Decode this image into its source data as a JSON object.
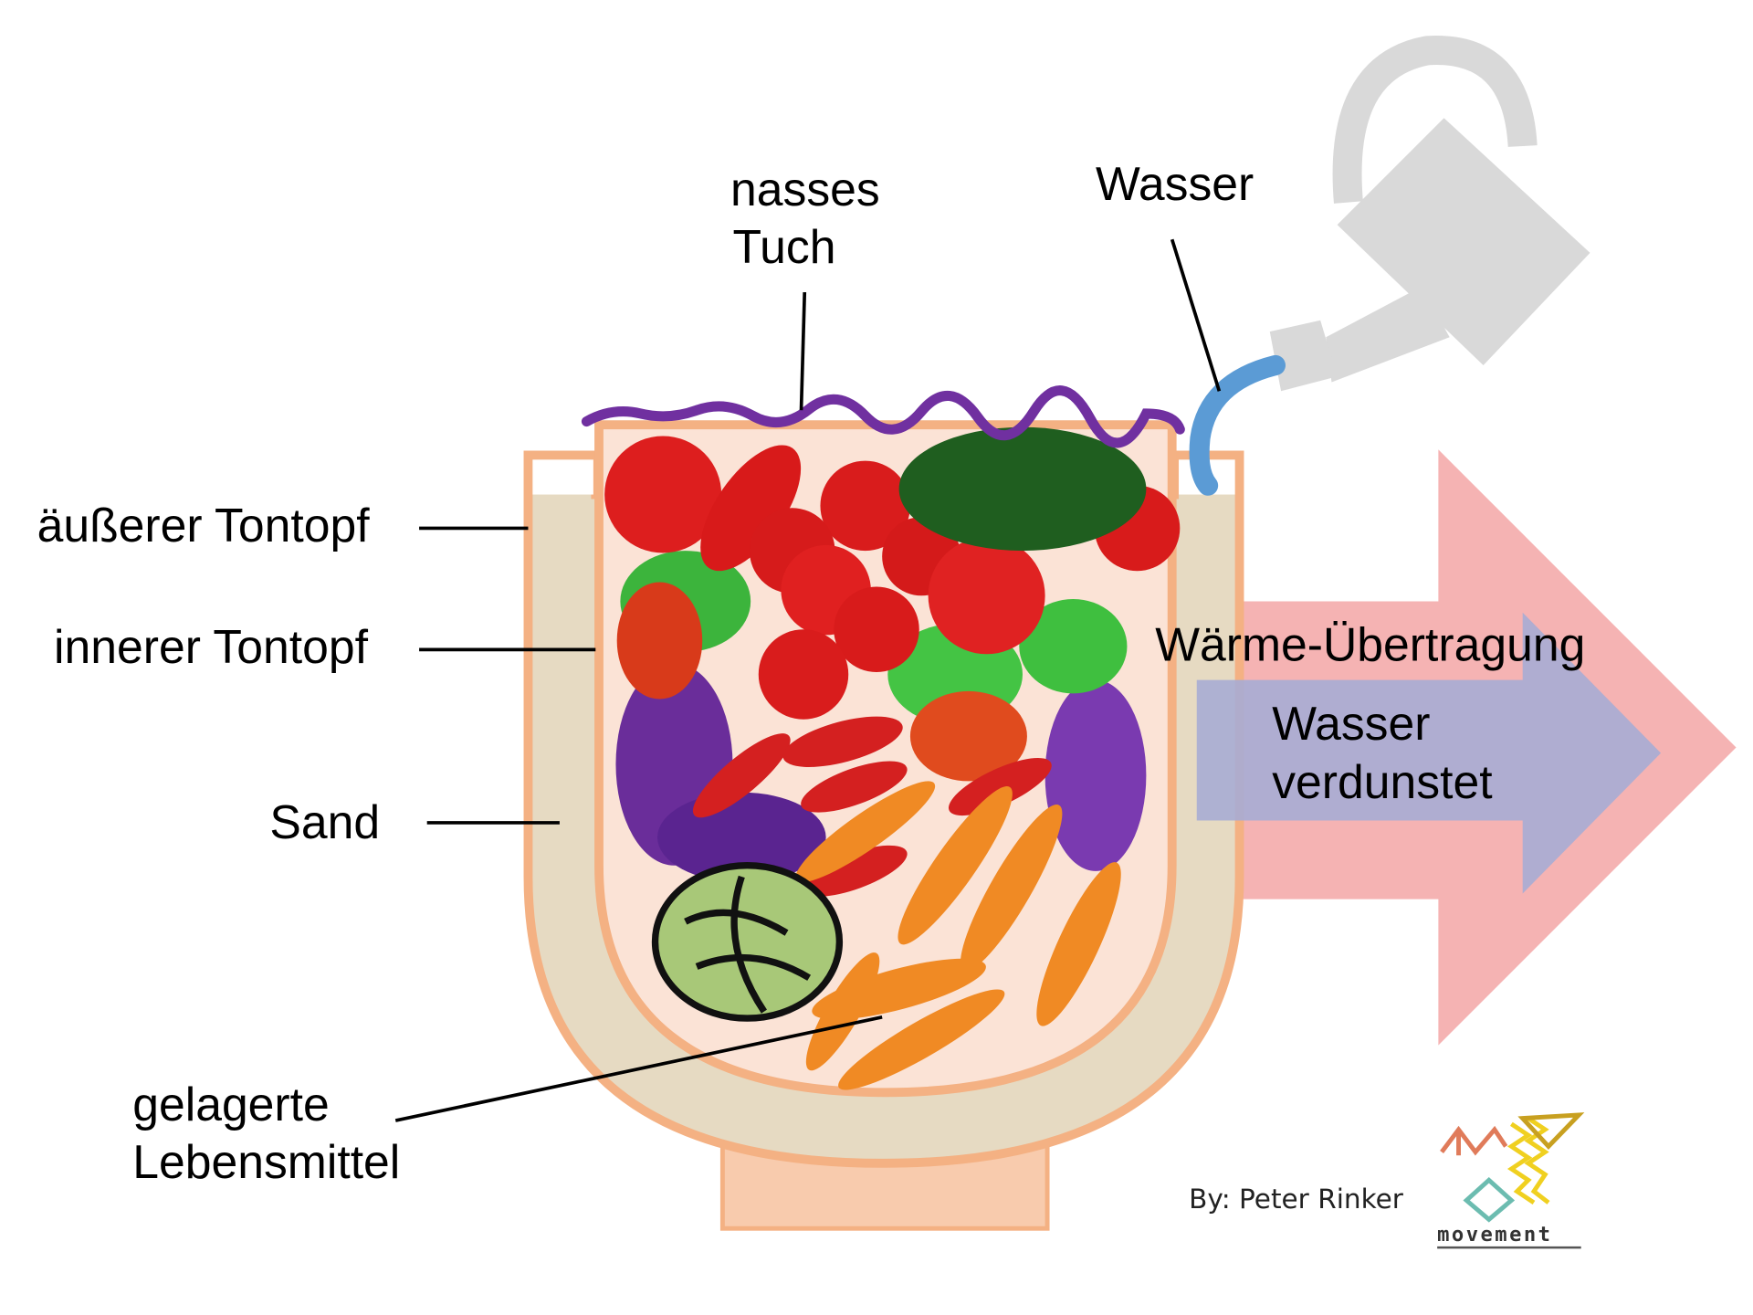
{
  "labels": {
    "nasses_tuch": [
      "nasses",
      "Tuch"
    ],
    "wasser": "Wasser",
    "aeusserer_tontopf": "äußerer Tontopf",
    "innerer_tontopf": "innerer Tontopf",
    "sand": "Sand",
    "gelagerte_lebensmittel": [
      "gelagerte",
      "Lebensmittel"
    ],
    "waerme_uebertragung": "Wärme-Übertragung",
    "wasser_verdunstet": [
      "Wasser",
      "verdunstet"
    ]
  },
  "credit": "By: Peter Rinker",
  "logo": {
    "text": "movement"
  },
  "colors": {
    "pot_stroke": "#f4b183",
    "pot_fill": "#f8cbad",
    "sand": "#e6dac2",
    "cloth": "#7030a0",
    "heat_arrow": "#f2a0a0",
    "evaporation_arrow": "#a7acd4",
    "watering_can": "#d9d9d9",
    "hose": "#5b9bd5"
  }
}
